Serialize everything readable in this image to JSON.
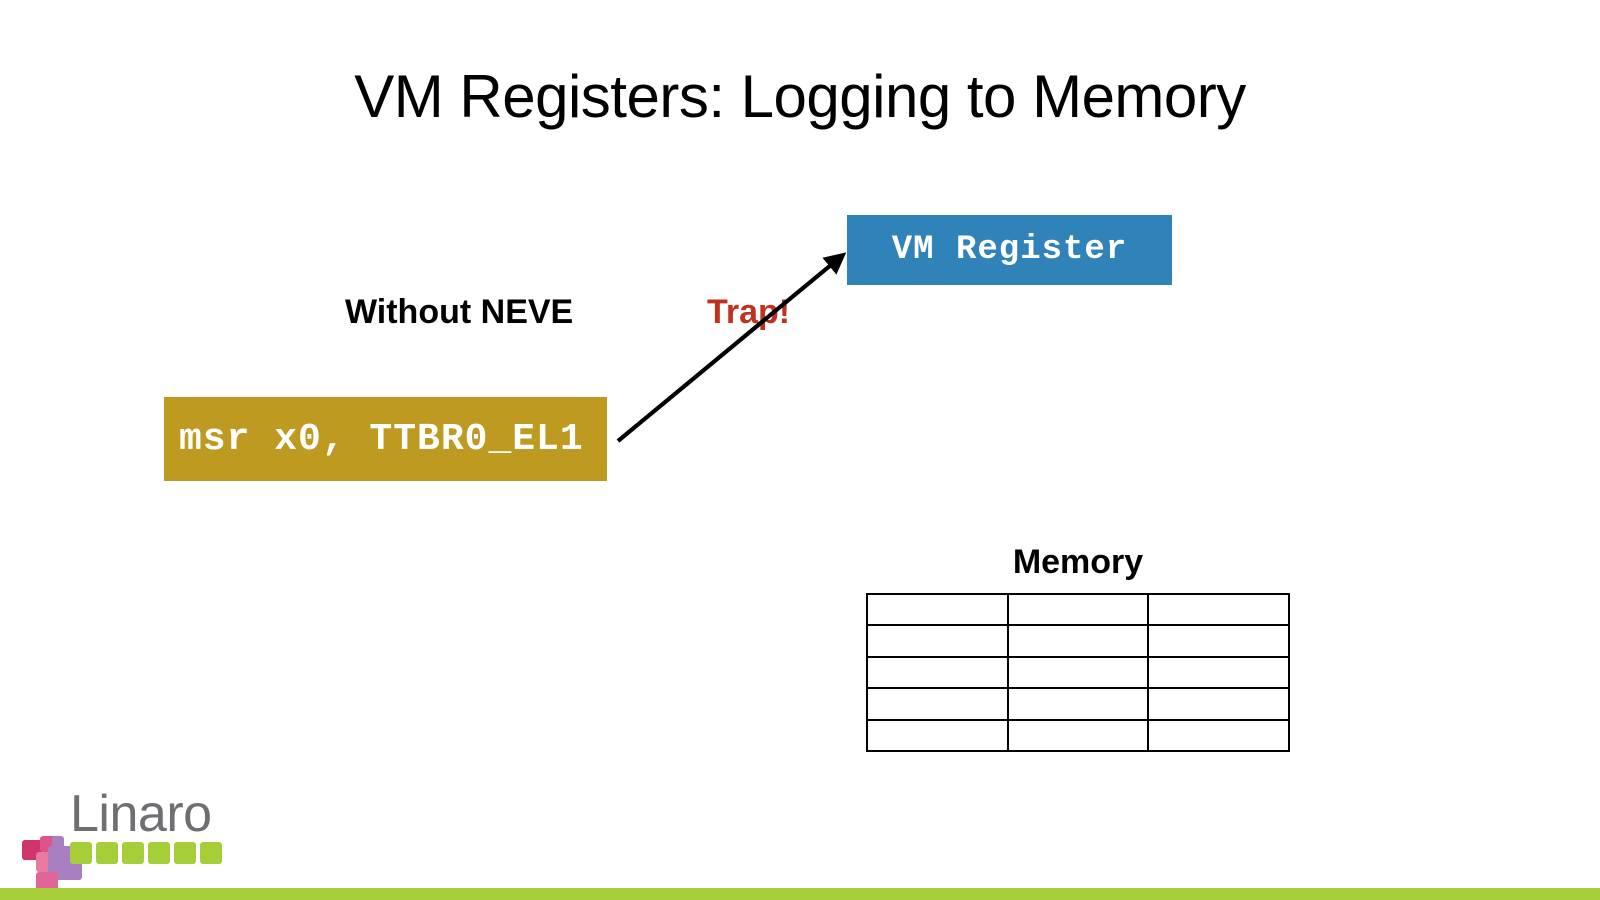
{
  "slide": {
    "title": "VM Registers: Logging to Memory",
    "background_color": "#ffffff"
  },
  "diagram": {
    "vm_register_box": {
      "label": "VM Register",
      "fill_color": "#3083b8",
      "text_color": "#ffffff"
    },
    "instruction_box": {
      "label": "msr x0, TTBR0_EL1",
      "fill_color": "#bf9a21",
      "text_color": "#ffffff"
    },
    "without_neve_label": "Without NEVE",
    "trap_label": "Trap!",
    "trap_label_color": "#c0321e",
    "arrow": {
      "name": "trap-arrow",
      "from": "instruction-box",
      "to": "vm-register-box",
      "color": "#000000"
    }
  },
  "memory": {
    "label": "Memory",
    "rows": 5,
    "columns": 3,
    "cells": [
      [
        "",
        "",
        ""
      ],
      [
        "",
        "",
        ""
      ],
      [
        "",
        "",
        ""
      ],
      [
        "",
        "",
        ""
      ],
      [
        "",
        "",
        ""
      ]
    ],
    "border_color": "#000000"
  },
  "branding": {
    "wordmark": "Linaro",
    "wordmark_color": "#6e6e73",
    "accent_green": "#a6ce39",
    "accent_purple": "#a87fc0",
    "accent_pink": "#e0538a",
    "accent_magenta": "#d1336b",
    "bottom_bar_color": "#a6ce39"
  }
}
